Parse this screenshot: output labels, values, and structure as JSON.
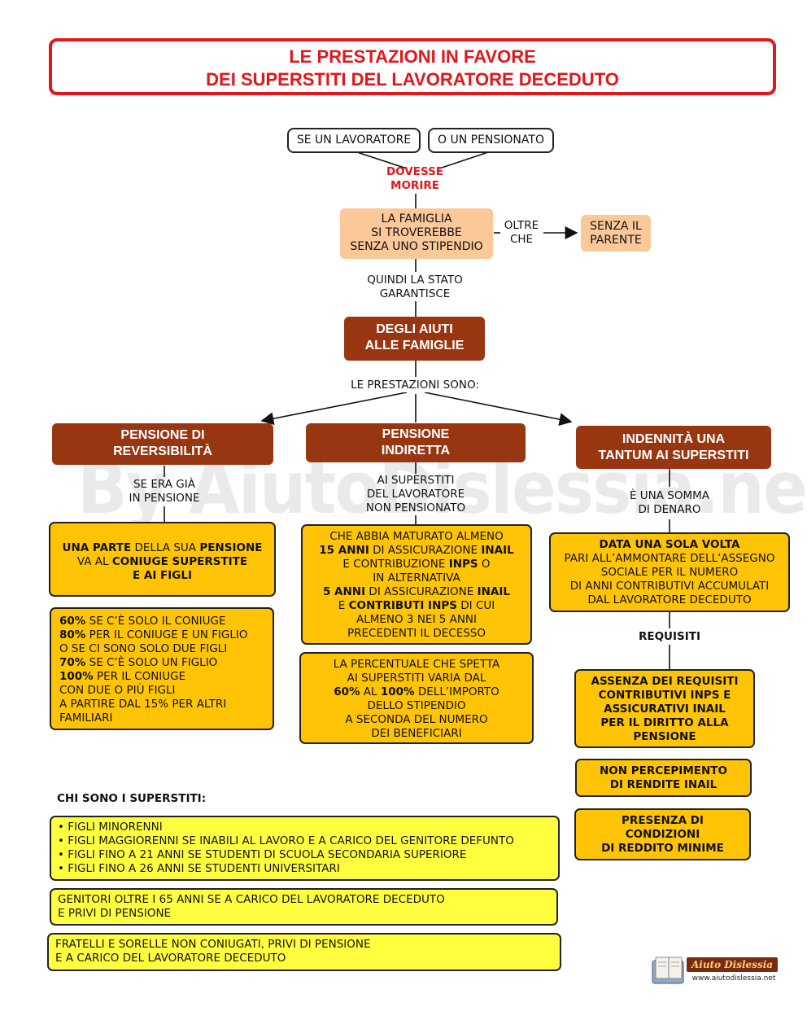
{
  "title": {
    "line1": "LE PRESTAZIONI IN FAVORE",
    "line2": "DEI SUPERSTITI DEL LAVORATORE DECEDUTO"
  },
  "top": {
    "worker": "SE UN LAVORATORE",
    "pensioner": "O UN PENSIONATO",
    "die_line1": "DOVESSE",
    "die_line2": "MORIRE",
    "family_line1": "LA FAMIGLIA",
    "family_line2": "SI TROVEREBBE",
    "family_line3": "SENZA UNO STIPENDIO",
    "besides_line1": "OLTRE",
    "besides_line2": "CHE",
    "without_line1": "SENZA IL",
    "without_line2": "PARENTE",
    "state_line1": "QUINDI LA STATO",
    "state_line2": "GARANTISCE",
    "aid_line1": "DEGLI AIUTI",
    "aid_line2": "ALLE FAMIGLIE",
    "benefits_label": "LE PRESTAZIONI SONO:"
  },
  "reversibility": {
    "title_line1": "PENSIONE DI",
    "title_line2": "REVERSIBILITÀ",
    "cond_line1": "SE ERA GIÀ",
    "cond_line2": "IN PENSIONE",
    "part": {
      "b1": "UNA PARTE",
      "t1": " DELLA SUA ",
      "b2": "PENSIONE",
      "t2": "VA AL ",
      "b3": "CONIUGE SUPERSTITE",
      "b4": "E AI FIGLI"
    },
    "percentages": [
      {
        "b": "60%",
        "t": " SE C’È SOLO IL CONIUGE"
      },
      {
        "b": "80%",
        "t": " PER IL CONIUGE E UN FIGLIO"
      },
      {
        "b": "",
        "t": "O SE CI SONO SOLO DUE FIGLI"
      },
      {
        "b": "70%",
        "t": " SE C’È SOLO UN FIGLIO"
      },
      {
        "b": "100%",
        "t": " PER IL CONIUGE"
      },
      {
        "b": "",
        "t": "CON DUE O PIÙ FIGLI"
      },
      {
        "b": "",
        "t": "A PARTIRE DAL 15% PER ALTRI"
      },
      {
        "b": "",
        "t": "FAMILIARI"
      }
    ]
  },
  "indirect": {
    "title_line1": "PENSIONE",
    "title_line2": "INDIRETTA",
    "cond_line1": "AI SUPERSTITI",
    "cond_line2": "DEL LAVORATORE",
    "cond_line3": "NON PENSIONATO",
    "req": {
      "l1": "CHE ABBIA MATURATO ALMENO",
      "l2b": "15 ANNI",
      "l2t": " DI ASSICURAZIONE ",
      "l2b2": "INAIL",
      "l3t": "E CONTRIBUZIONE ",
      "l3b": "INPS",
      "l3t2": " O",
      "l4": "IN ALTERNATIVA",
      "l5b": "5 ANNI",
      "l5t": " DI ASSICURAZIONE ",
      "l5b2": "INAIL",
      "l6t": "E ",
      "l6b": "CONTRIBUTI INPS",
      "l6t2": " DI CUI",
      "l7": "ALMENO 3 NEI 5 ANNI",
      "l8": "PRECEDENTI IL DECESSO"
    },
    "pct": {
      "l1": "LA PERCENTUALE CHE SPETTA",
      "l2": "AI SUPERSTITI VARIA DAL",
      "l3b": "60%",
      "l3t": " AL ",
      "l3b2": "100%",
      "l3t2": " DELL’IMPORTO",
      "l4": "DELLO STIPENDIO",
      "l5": "A SECONDA DEL NUMERO",
      "l6": "DEI BENEFICIARI"
    }
  },
  "una_tantum": {
    "title_line1": "INDENNITÀ  UNA",
    "title_line2": "TANTUM  AI SUPERSTITI",
    "cond_line1": "È UNA SOMMA",
    "cond_line2": "DI DENARO",
    "desc": {
      "l1b": "DATA UNA SOLA VOLTA",
      "l2": "PARI ALL’AMMONTARE DELL’ASSEGNO",
      "l3": "SOCIALE PER IL NUMERO",
      "l4": "DI ANNI CONTRIBUTIVI ACCUMULATI",
      "l5": "DAL LAVORATORE DECEDUTO"
    },
    "requirements_label": "REQUISITI",
    "req1": [
      "ASSENZA DEI REQUISITI",
      "CONTRIBUTIVI INPS E",
      "ASSICURATIVI INAIL",
      "PER IL DIRITTO ALLA",
      "PENSIONE"
    ],
    "req2": [
      "NON PERCEPIMENTO",
      "DI RENDITE INAIL"
    ],
    "req3": [
      "PRESENZA DI",
      "CONDIZIONI",
      "DI REDDITO MINIME"
    ]
  },
  "survivors": {
    "heading": "CHI SONO I SUPERSTITI:",
    "children": [
      "• FIGLI MINORENNI",
      "• FIGLI MAGGIORENNI SE INABILI AL LAVORO E A CARICO DEL GENITORE DEFUNTO",
      "• FIGLI FINO A 21 ANNI SE STUDENTI DI SCUOLA SECONDARIA SUPERIORE",
      "• FIGLI FINO A 26 ANNI SE STUDENTI UNIVERSITARI"
    ],
    "parents": [
      "GENITORI OLTRE I 65 ANNI SE A CARICO DEL LAVORATORE DECEDUTO",
      "E PRIVI DI PENSIONE"
    ],
    "siblings": [
      "FRATELLI E SORELLE NON CONIUGATI, PRIVI DI PENSIONE",
      "E A CARICO DEL LAVORATORE DECEDUTO"
    ]
  },
  "watermark": "By AiutoDislessia.net",
  "logo": {
    "name": "Aiuto Dislessia",
    "url": "www.aiutodislessia.net"
  }
}
